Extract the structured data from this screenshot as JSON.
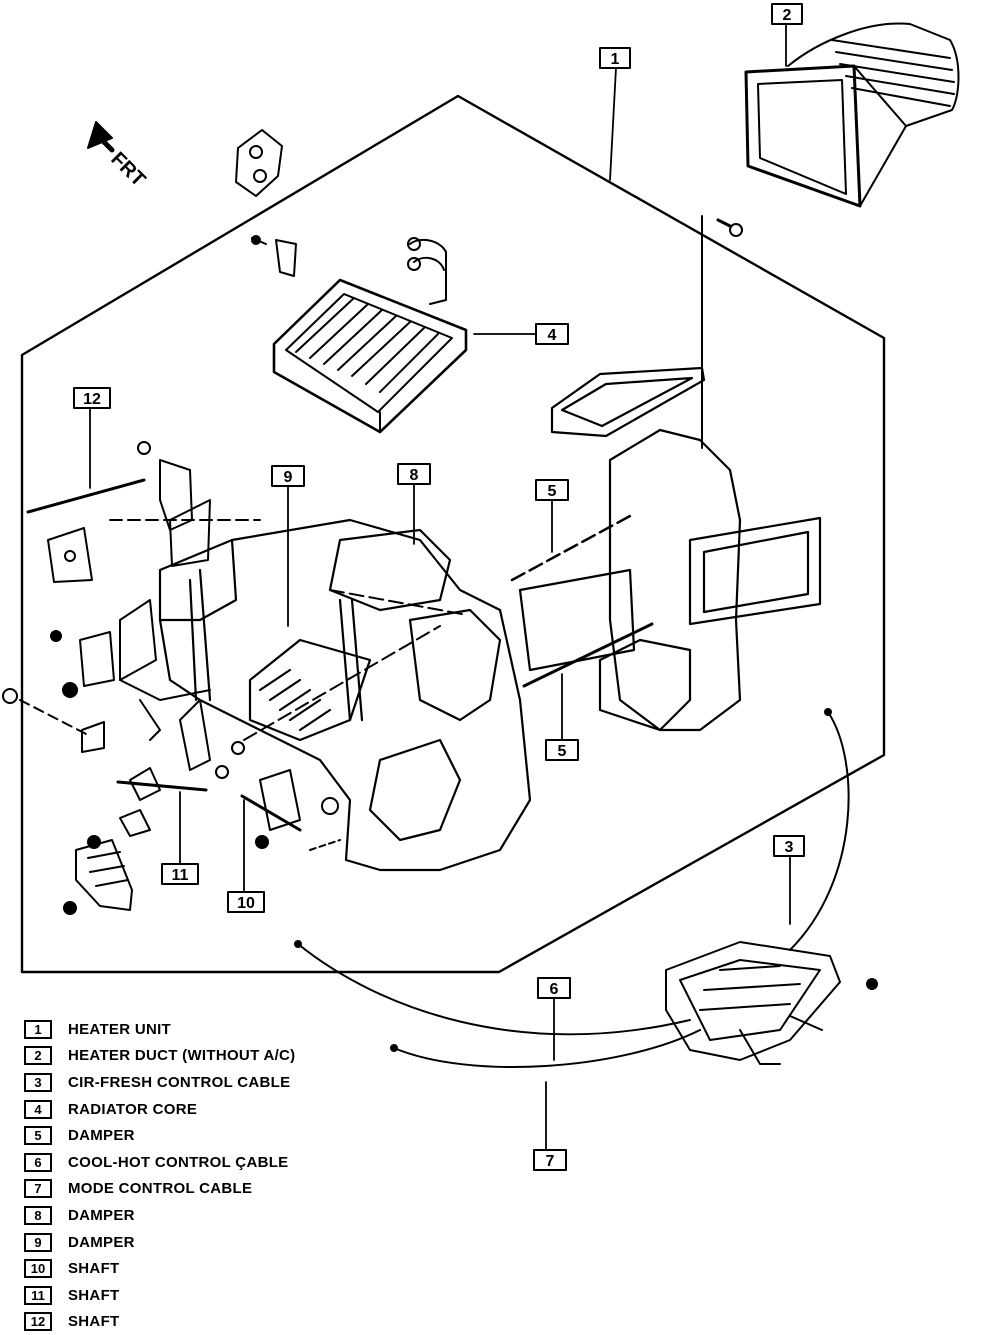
{
  "orientation": {
    "label": "FRT"
  },
  "callouts": [
    "1",
    "2",
    "3",
    "4",
    "5",
    "5",
    "6",
    "7",
    "8",
    "9",
    "10",
    "11",
    "12"
  ],
  "legend": [
    {
      "num": "1",
      "label": "HEATER UNIT"
    },
    {
      "num": "2",
      "label": "HEATER DUCT (WITHOUT A/C)"
    },
    {
      "num": "3",
      "label": "CIR-FRESH CONTROL CABLE"
    },
    {
      "num": "4",
      "label": "RADIATOR CORE"
    },
    {
      "num": "5",
      "label": "DAMPER"
    },
    {
      "num": "6",
      "label": "COOL-HOT CONTROL ÇABLE"
    },
    {
      "num": "7",
      "label": "MODE CONTROL CABLE"
    },
    {
      "num": "8",
      "label": "DAMPER"
    },
    {
      "num": "9",
      "label": "DAMPER"
    },
    {
      "num": "10",
      "label": "SHAFT"
    },
    {
      "num": "11",
      "label": "SHAFT"
    },
    {
      "num": "12",
      "label": "SHAFT"
    }
  ]
}
